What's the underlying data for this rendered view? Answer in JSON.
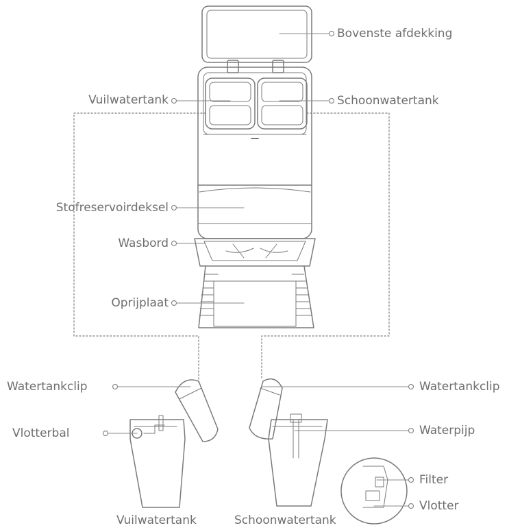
{
  "labels": {
    "top_cover": "Bovenste afdekking",
    "dirty_tank_top": "Vuilwatertank",
    "clean_tank_top": "Schoonwatertank",
    "dust_cover": "Stofreservoirdeksel",
    "washboard": "Wasbord",
    "ramp": "Oprijplaat",
    "clip_left": "Watertankclip",
    "clip_right": "Watertankclip",
    "float_ball": "Vlotterbal",
    "water_pipe": "Waterpijp",
    "filter": "Filter",
    "float": "Vlotter",
    "dirty_tank_caption": "Vuilwatertank",
    "clean_tank_caption": "Schoonwatertank"
  },
  "colors": {
    "line": "#8a8a8a",
    "text": "#6e6e6e",
    "dark": "#5a5a5a"
  }
}
